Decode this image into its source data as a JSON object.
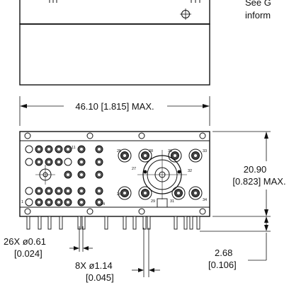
{
  "note": {
    "line1": "See G",
    "line2": "inform"
  },
  "dimensions": {
    "width": "46.10 [1.815] MAX.",
    "height_mm": "20.90",
    "height_in": "[0.823] MAX.",
    "small_pin_count_dia": "26X ø0.61",
    "small_pin_inch": "[0.024]",
    "large_pin_count_dia": "8X ø1.14",
    "large_pin_inch": "[0.045]",
    "pin_length_mm": "2.68",
    "pin_length_in": "[0.106]"
  },
  "pin_labels": {
    "p11": "11",
    "p25": "25",
    "p28": "28",
    "p30": "30",
    "p33": "33",
    "p27": "27",
    "p32": "32",
    "p26": "26",
    "p29": "29",
    "p31": "31",
    "p34": "34",
    "p1": "1",
    "p24": "24"
  }
}
